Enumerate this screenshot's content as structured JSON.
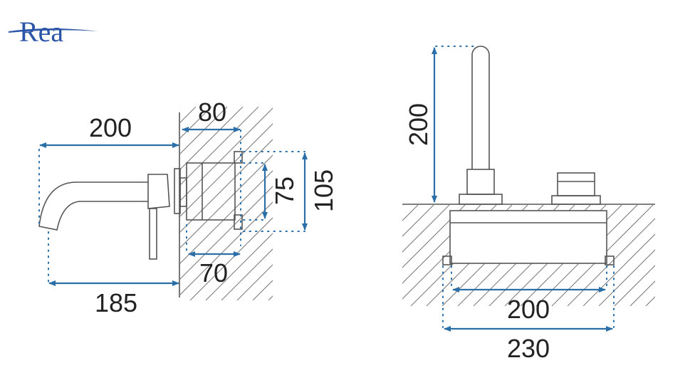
{
  "logo": {
    "text": "Rea"
  },
  "side_view": {
    "dims": {
      "total_projection": "200",
      "spout_projection": "185",
      "box_depth_max": "80",
      "box_depth_min": "70",
      "box_height_inner": "75",
      "box_height_outer": "105"
    }
  },
  "front_view": {
    "dims": {
      "spout_height": "200",
      "box_width_inner": "200",
      "box_width_outer": "230"
    }
  },
  "colors": {
    "dimension": "#2a6fa8",
    "logo": "#2a55a8",
    "outline": "#555555"
  }
}
